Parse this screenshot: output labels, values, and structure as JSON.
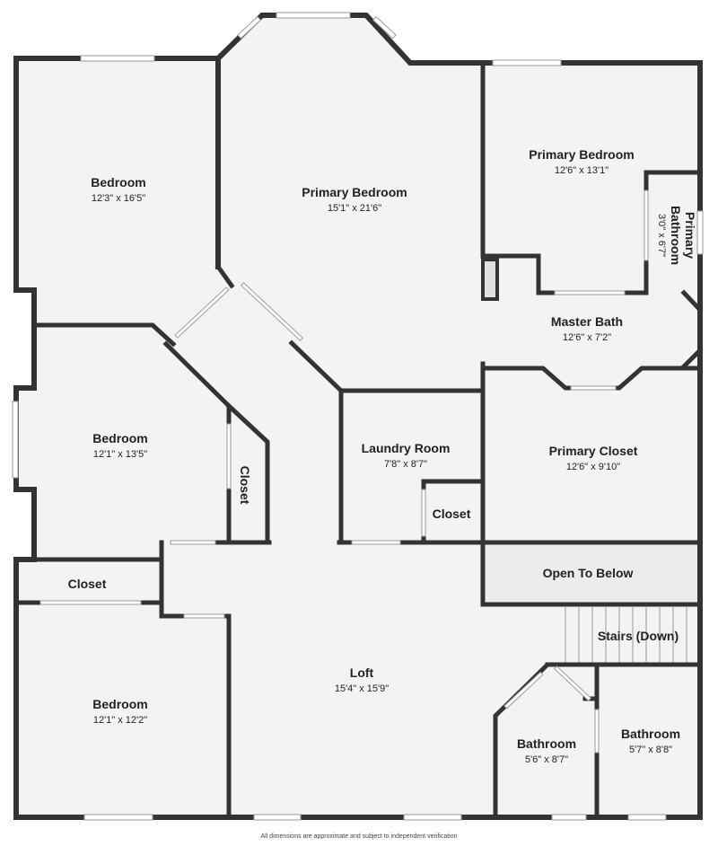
{
  "rooms": {
    "bedroom_nw": {
      "name": "Bedroom",
      "dims": "12'3\" x 16'5\""
    },
    "primary_bedroom_main": {
      "name": "Primary Bedroom",
      "dims": "15'1\" x 21'6\""
    },
    "primary_bedroom_ne": {
      "name": "Primary Bedroom",
      "dims": "12'6\" x 13'1\""
    },
    "primary_bathroom": {
      "name_line1": "Primary",
      "name_line2": "Bathroom",
      "dims": "3'0\" x 6'7\""
    },
    "master_bath": {
      "name": "Master Bath",
      "dims": "12'6\" x 7'2\""
    },
    "bedroom_w": {
      "name": "Bedroom",
      "dims": "12'1\" x 13'5\""
    },
    "closet_w": {
      "name": "Closet"
    },
    "laundry_room": {
      "name": "Laundry Room",
      "dims": "7'8\" x 8'7\""
    },
    "closet_laundry": {
      "name": "Closet"
    },
    "primary_closet": {
      "name": "Primary Closet",
      "dims": "12'6\" x 9'10\""
    },
    "open_to_below": {
      "name": "Open To Below"
    },
    "closet_sw": {
      "name": "Closet"
    },
    "stairs": {
      "name": "Stairs (Down)"
    },
    "bedroom_sw": {
      "name": "Bedroom",
      "dims": "12'1\" x 12'2\""
    },
    "loft": {
      "name": "Loft",
      "dims": "15'4\" x 15'9\""
    },
    "bathroom_s1": {
      "name": "Bathroom",
      "dims": "5'6\" x 8'7\""
    },
    "bathroom_s2": {
      "name": "Bathroom",
      "dims": "5'7\" x 8'8\""
    }
  },
  "footer": "All dimensions are approximate and subject to independent verification",
  "colors": {
    "wall": "#333333",
    "floor": "#f3f3f3",
    "open_to_below": "#ececec",
    "window": "#ffffff"
  }
}
